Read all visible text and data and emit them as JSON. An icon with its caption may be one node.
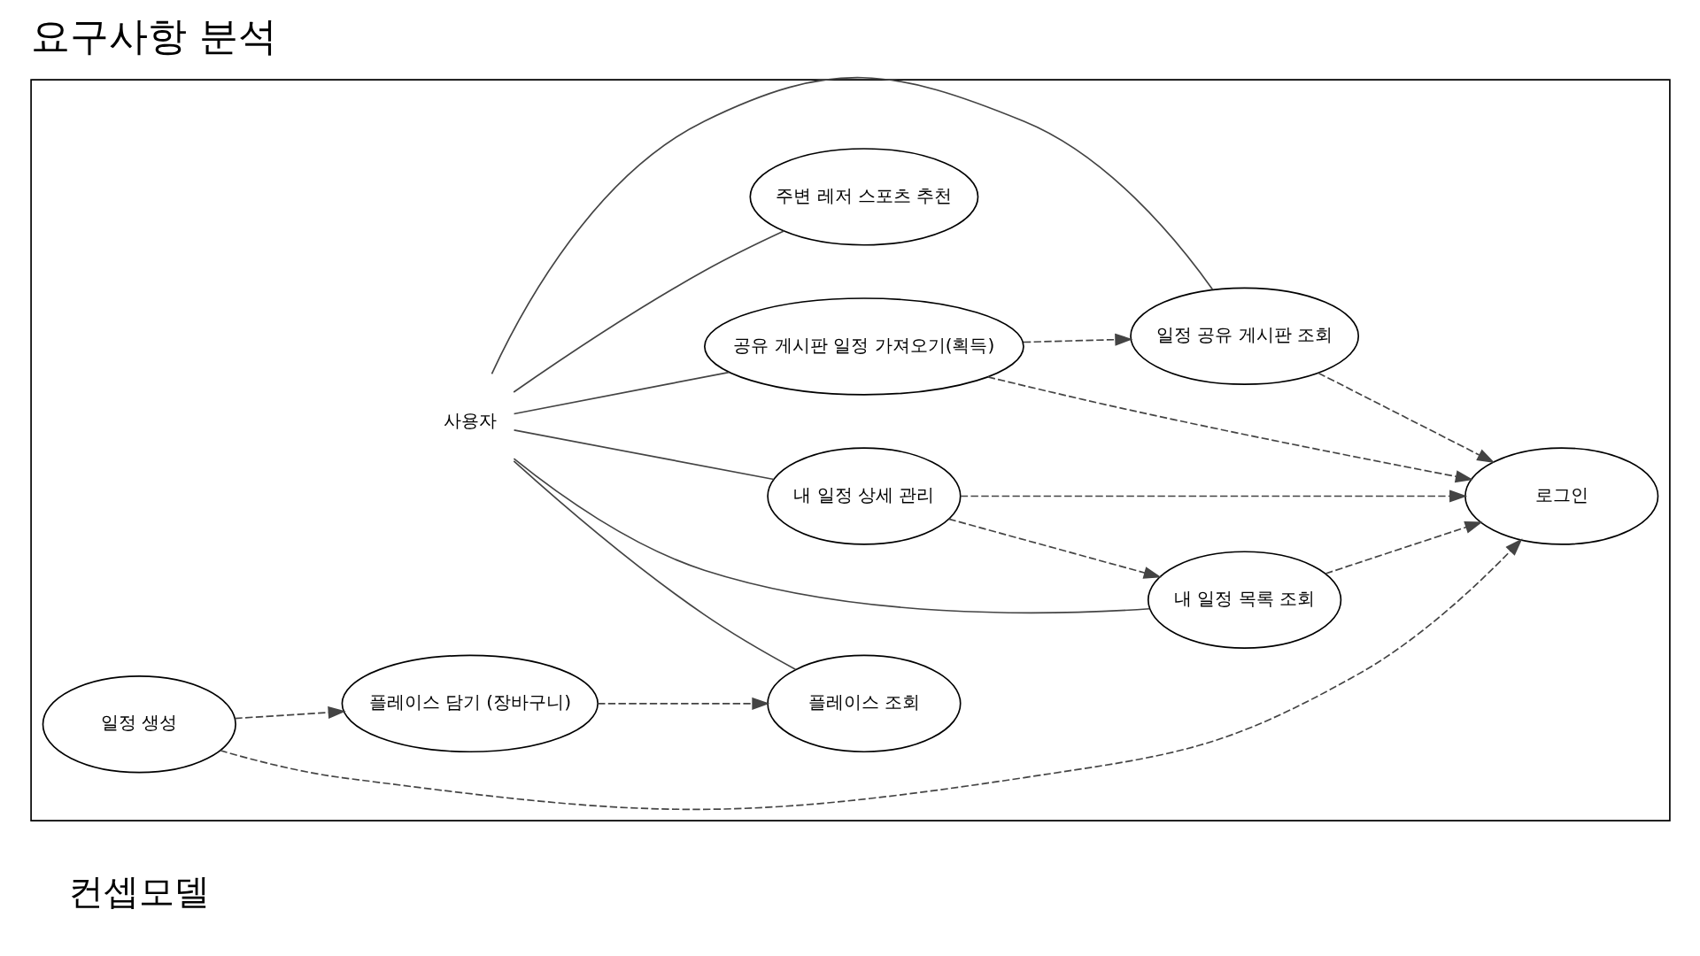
{
  "diagram": {
    "title": "요구사항 분석",
    "nodes": [
      {
        "text": [],
        "shape": "box"
      },
      {
        "text": [
          "사용자"
        ],
        "in": 0
      },
      {
        "text": [
          "주변 레저 스포츠 추천"
        ],
        "in": 0
      },
      {
        "text": [
          "플레이스 조회"
        ],
        "in": 0
      },
      {
        "text": [
          "일정 공유 게시판 조회"
        ],
        "in": 0
      },
      {
        "text": [
          "공유 게시판 일정 가져오기(획득)"
        ],
        "in": 0
      },
      {
        "text": [
          "내 일정 목록 조회"
        ],
        "in": 0
      },
      {
        "text": [
          "내 일정 상세 관리"
        ],
        "in": 0
      },
      {
        "text": [
          "플레이스 담기 (장바구니)"
        ],
        "in": 0
      },
      {
        "text": [
          "일정 생성"
        ],
        "in": 0
      },
      {
        "text": [
          "로그인"
        ],
        "in": 0
      }
    ],
    "edges": [
      {
        "from": 1,
        "to": 2,
        "arrow": "none"
      },
      {
        "from": 1,
        "to": 3,
        "arrow": "none"
      },
      {
        "from": 1,
        "to": 4,
        "arrow": "none"
      },
      {
        "from": 1,
        "to": 5,
        "arrow": "none"
      },
      {
        "from": 1,
        "to": 6,
        "arrow": "none"
      },
      {
        "from": 1,
        "to": 7,
        "arrow": "none"
      },
      {
        "from": 8,
        "to": 3,
        "arrow": "to",
        "style": "dashed"
      },
      {
        "from": 9,
        "to": 8,
        "arrow": "to",
        "style": "dashed"
      },
      {
        "from": 9,
        "to": 10,
        "arrow": "to",
        "style": "dashed"
      },
      {
        "from": 4,
        "to": 10,
        "arrow": "to",
        "style": "dashed"
      },
      {
        "from": 5,
        "to": 4,
        "arrow": "to",
        "style": "dashed"
      },
      {
        "from": 5,
        "to": 10,
        "arrow": "to",
        "style": "dashed"
      },
      {
        "from": 6,
        "to": 10,
        "arrow": "to",
        "style": "dashed"
      },
      {
        "from": 7,
        "to": 6,
        "arrow": "to",
        "style": "dashed"
      },
      {
        "from": 7,
        "to": 10,
        "arrow": "to",
        "style": "dashed"
      }
    ],
    "labels": [
      "컨셉모델"
    ]
  }
}
